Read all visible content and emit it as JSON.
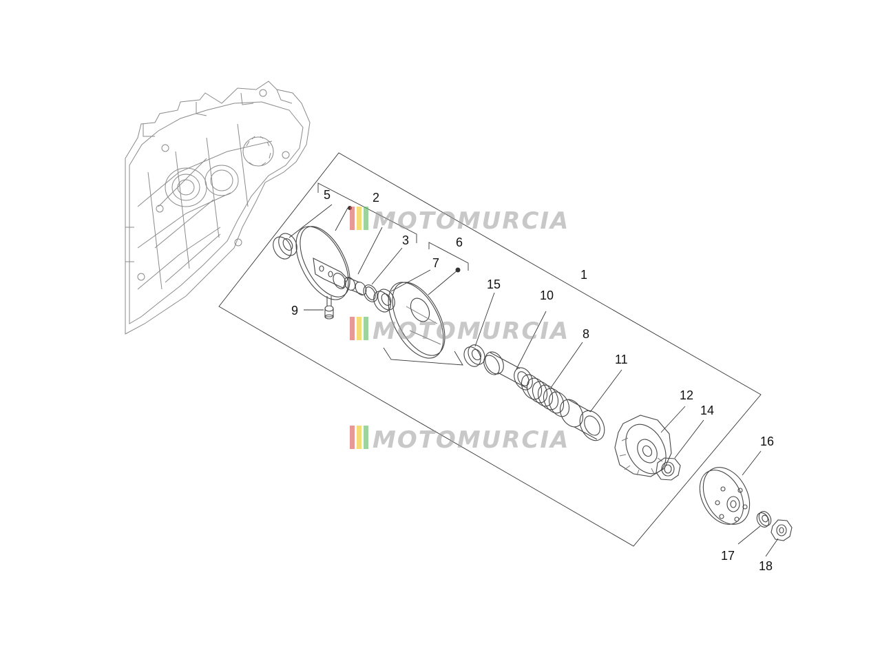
{
  "watermark": {
    "text": "MOTOMURCIA",
    "stripe_colors": [
      "#d9534f",
      "#f0c419",
      "#5cb85c"
    ]
  },
  "parts": [
    {
      "id": "1",
      "label": "1"
    },
    {
      "id": "2",
      "label": "2"
    },
    {
      "id": "3",
      "label": "3"
    },
    {
      "id": "5",
      "label": "5"
    },
    {
      "id": "6",
      "label": "6"
    },
    {
      "id": "7",
      "label": "7"
    },
    {
      "id": "8",
      "label": "8"
    },
    {
      "id": "9",
      "label": "9"
    },
    {
      "id": "10",
      "label": "10"
    },
    {
      "id": "11",
      "label": "11"
    },
    {
      "id": "12",
      "label": "12"
    },
    {
      "id": "14",
      "label": "14"
    },
    {
      "id": "15",
      "label": "15"
    },
    {
      "id": "16",
      "label": "16"
    },
    {
      "id": "17",
      "label": "17"
    },
    {
      "id": "18",
      "label": "18"
    }
  ]
}
